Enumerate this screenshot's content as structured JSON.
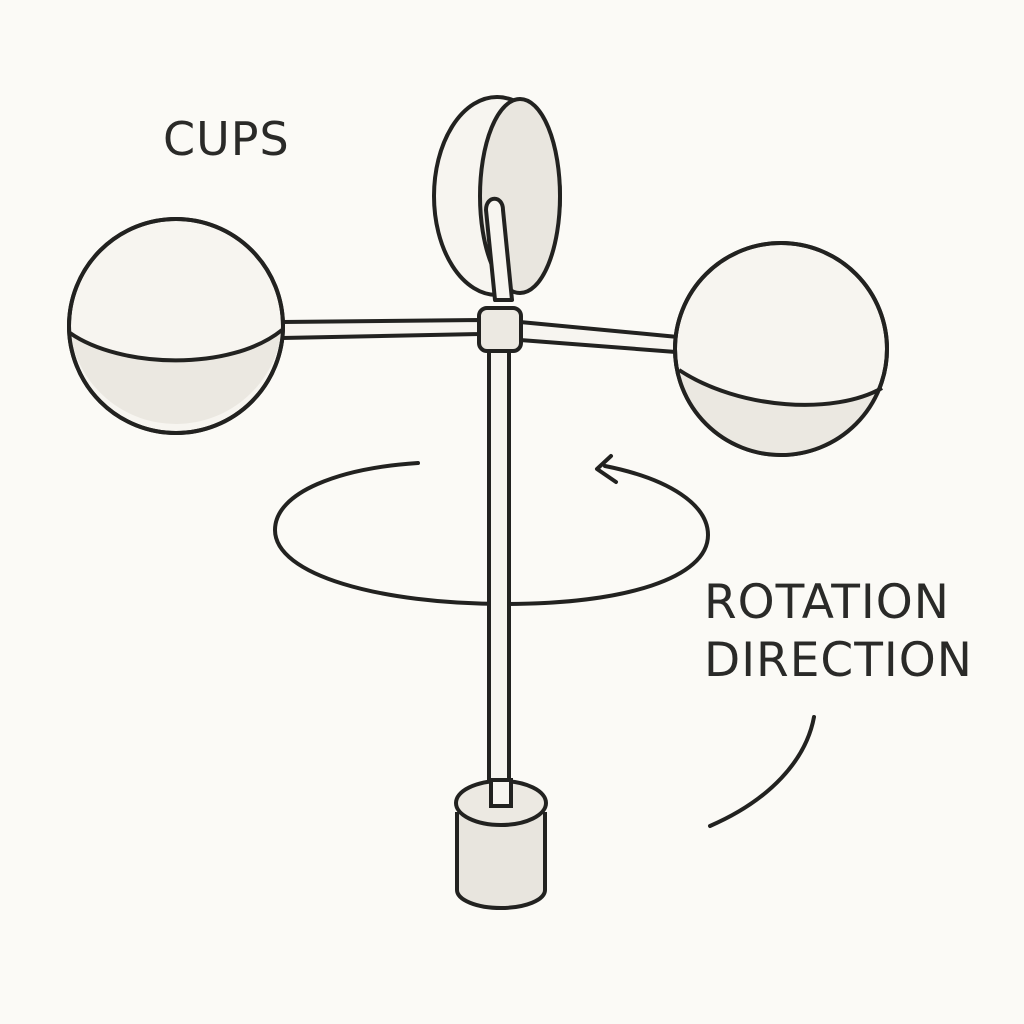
{
  "labels": {
    "cups": "CUPS",
    "rotation_line1": "ROTATION",
    "rotation_line2": "DIRECTION"
  },
  "colors": {
    "background": "#fbfaf6",
    "stroke": "#222220",
    "cup_fill": "#f7f5f0",
    "cup_shade": "#ebe8e1",
    "base_fill": "#e8e5de"
  },
  "icons": {
    "rotation_arrow": "curved-arrow-icon"
  }
}
